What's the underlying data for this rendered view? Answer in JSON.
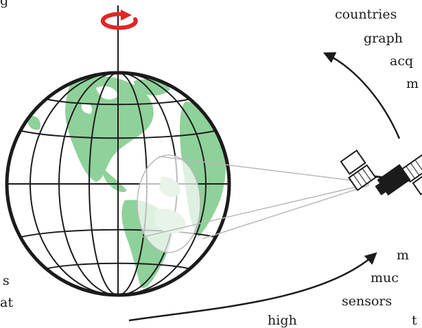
{
  "text_fragments": [
    {
      "id": "top-left",
      "text": "g"
    },
    {
      "id": "right-1",
      "text": "countries"
    },
    {
      "id": "right-2",
      "text": "graph"
    },
    {
      "id": "right-3",
      "text": "acq"
    },
    {
      "id": "right-4",
      "text": "m"
    },
    {
      "id": "right-5",
      "text": "m"
    },
    {
      "id": "right-6",
      "text": "muc"
    },
    {
      "id": "right-7",
      "text": "sensors"
    },
    {
      "id": "right-8",
      "text": "t"
    },
    {
      "id": "bottom-mid",
      "text": "high"
    },
    {
      "id": "left-1",
      "text": "s"
    },
    {
      "id": "left-2",
      "text": "at"
    }
  ],
  "colors": {
    "rotation_arrow": "#e32525",
    "land": "#8fd19a",
    "outline": "#1b1b1b",
    "beam": "#b8b8b8"
  },
  "icons": [
    "rotation-arrow-icon",
    "satellite-icon"
  ]
}
